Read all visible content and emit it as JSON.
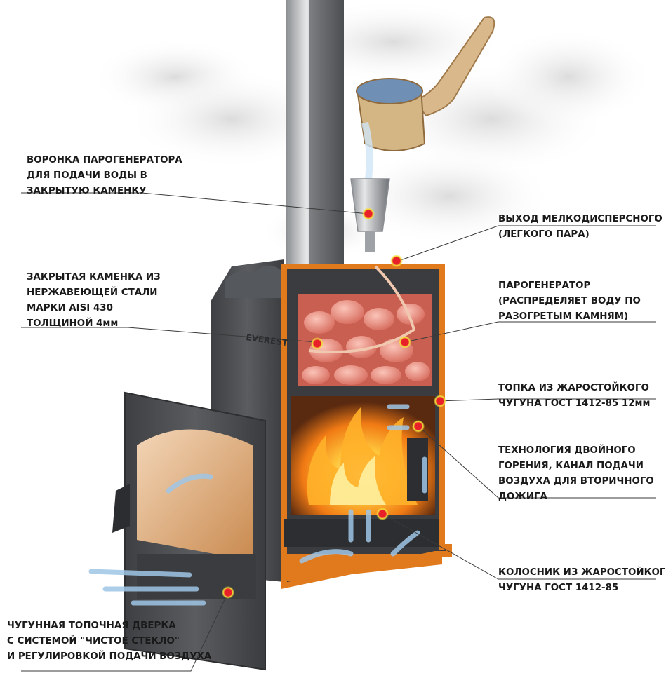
{
  "callouts": [
    {
      "id": "funnel",
      "lines": [
        "ВОРОНКА ПАРОГЕНЕРАТОРА",
        "ДЛЯ ПОДАЧИ ВОДЫ В",
        "ЗАКРЫТУЮ КАМЕНКУ"
      ]
    },
    {
      "id": "steam-outlet",
      "lines": [
        "ВЫХОД МЕЛКОДИСПЕРСНОГО",
        "(ЛЕГКОГО ПАРА)"
      ]
    },
    {
      "id": "stone-chamber",
      "lines": [
        "ЗАКРЫТАЯ КАМЕНКА ИЗ",
        "НЕРЖАВЕЮЩЕЙ СТАЛИ",
        "МАРКИ AISI 430",
        "ТОЛЩИНОЙ 4мм"
      ]
    },
    {
      "id": "steam-generator",
      "lines": [
        "ПАРОГЕНЕРАТОР",
        "(РАСПРЕДЕЛЯЕТ ВОДУ ПО",
        "РАЗОГРЕТЫМ КАМНЯМ)"
      ]
    },
    {
      "id": "firebox",
      "lines": [
        "ТОПКА ИЗ ЖАРОСТОЙКОГО",
        "ЧУГУНА ГОСТ 1412-85  12мм"
      ]
    },
    {
      "id": "double-burning",
      "lines": [
        "ТЕХНОЛОГИЯ ДВОЙНОГО",
        "ГОРЕНИЯ, КАНАЛ ПОДАЧИ",
        "ВОЗДУХА ДЛЯ ВТОРИЧНОГО",
        "ДОЖИГА"
      ]
    },
    {
      "id": "grate",
      "lines": [
        "КОЛОСНИК ИЗ ЖАРОСТОЙКОГО",
        "ЧУГУНА ГОСТ 1412-85"
      ]
    },
    {
      "id": "door",
      "lines": [
        "ЧУГУННАЯ ТОПОЧНАЯ ДВЕРКА",
        "С СИСТЕМОЙ \"ЧИСТОЕ СТЕКЛО\"",
        "И РЕГУЛИРОВКОЙ ПОДАЧИ ВОЗДУХА"
      ]
    }
  ],
  "stove_brand": "EVEREST",
  "colors": {
    "marker": "#e8202a",
    "marker_glow": "#f5e23a",
    "section_outline": "#e07a1c",
    "cast_iron": "#4a4c4f",
    "stones": "#e88b7e",
    "fire": "#f39a1c",
    "air_arrows": "#9fc6e6",
    "leader_line": "#3a3a3a"
  }
}
